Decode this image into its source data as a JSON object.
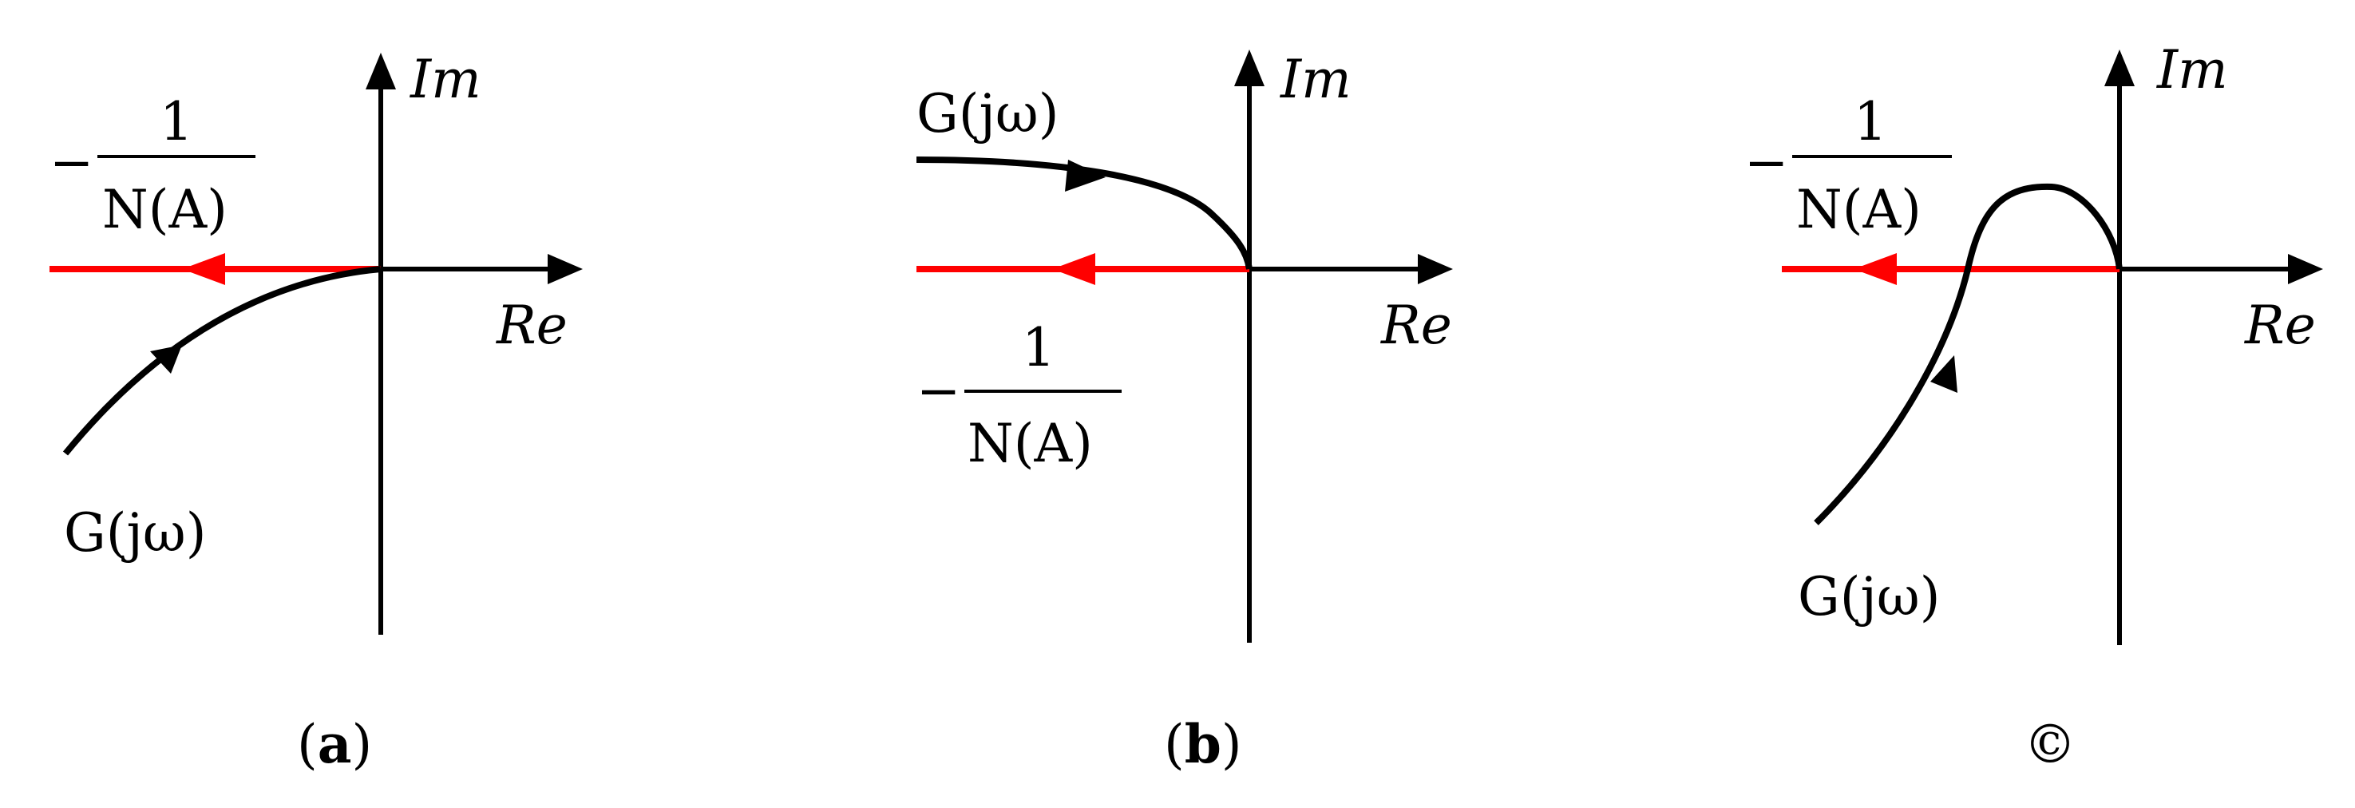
{
  "colors": {
    "curve": "#000000",
    "describing_function": "#ff0000",
    "axes": "#000000"
  },
  "axis_labels": {
    "imag": "Im",
    "real": "Re"
  },
  "panels": [
    {
      "caption_open": "(",
      "caption_letter": "a",
      "caption_close": ")",
      "curve_label": "G(jω)",
      "df_numerator": "1",
      "df_minus": "−",
      "df_denominator": "N(A)"
    },
    {
      "caption_open": "(",
      "caption_letter": "b",
      "caption_close": ")",
      "curve_label": "G(jω)",
      "df_numerator": "1",
      "df_minus": "−",
      "df_denominator": "N(A)"
    },
    {
      "caption_symbol": "©",
      "curve_label": "G(jω)",
      "df_numerator": "1",
      "df_minus": "−",
      "df_denominator": "N(A)"
    }
  ]
}
